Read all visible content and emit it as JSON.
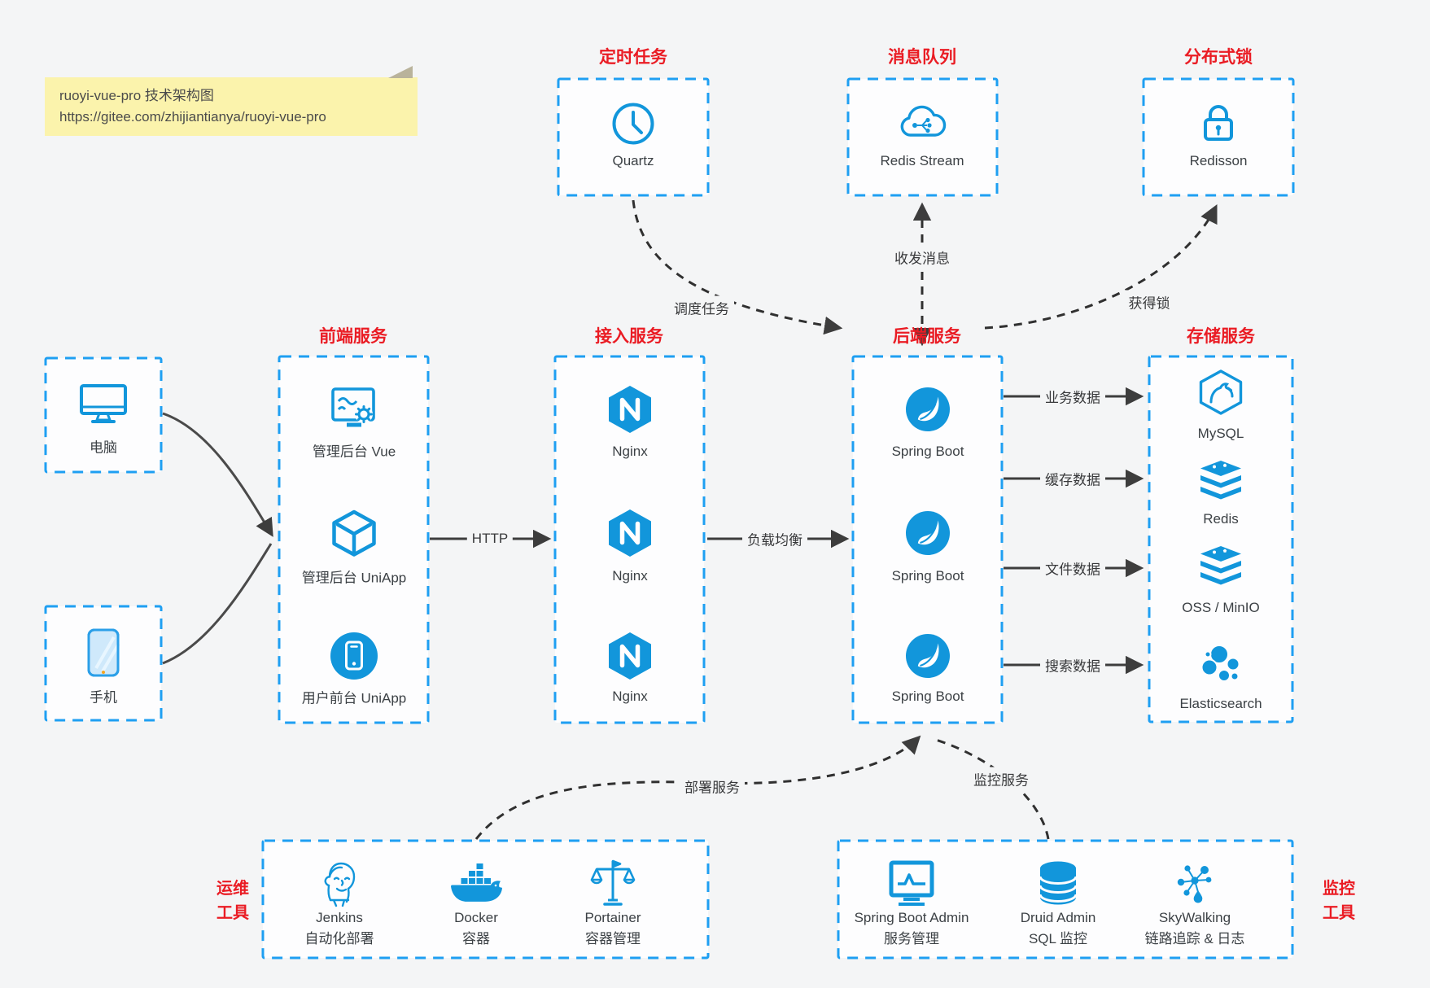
{
  "note": {
    "line1": "ruoyi-vue-pro 技术架构图",
    "line2": "https://gitee.com/zhijiantianya/ruoyi-vue-pro"
  },
  "top_groups": [
    {
      "title": "定时任务",
      "icon": "clock-icon",
      "label": "Quartz"
    },
    {
      "title": "消息队列",
      "icon": "cloud-stream-icon",
      "label": "Redis Stream"
    },
    {
      "title": "分布式锁",
      "icon": "lock-icon",
      "label": "Redisson"
    }
  ],
  "clients": [
    {
      "icon": "desktop-icon",
      "label": "电脑"
    },
    {
      "icon": "mobile-icon",
      "label": "手机"
    }
  ],
  "columns": {
    "frontend": {
      "title": "前端服务",
      "items": [
        {
          "icon": "admin-vue-icon",
          "label": "管理后台 Vue"
        },
        {
          "icon": "uniapp-cube-icon",
          "label": "管理后台 UniApp"
        },
        {
          "icon": "user-app-icon",
          "label": "用户前台 UniApp"
        }
      ]
    },
    "gateway": {
      "title": "接入服务",
      "items": [
        {
          "icon": "nginx-icon",
          "label": "Nginx"
        },
        {
          "icon": "nginx-icon",
          "label": "Nginx"
        },
        {
          "icon": "nginx-icon",
          "label": "Nginx"
        }
      ]
    },
    "backend": {
      "title": "后端服务",
      "items": [
        {
          "icon": "spring-boot-icon",
          "label": "Spring Boot"
        },
        {
          "icon": "spring-boot-icon",
          "label": "Spring Boot"
        },
        {
          "icon": "spring-boot-icon",
          "label": "Spring Boot"
        }
      ]
    },
    "storage": {
      "title": "存储服务",
      "items": [
        {
          "icon": "mysql-icon",
          "label": "MySQL"
        },
        {
          "icon": "redis-stack-icon",
          "label": "Redis"
        },
        {
          "icon": "oss-stack-icon",
          "label": "OSS / MinIO"
        },
        {
          "icon": "elasticsearch-icon",
          "label": "Elasticsearch"
        }
      ]
    }
  },
  "edges": {
    "http": "HTTP",
    "load_balance": "负载均衡",
    "business_data": "业务数据",
    "cache_data": "缓存数据",
    "file_data": "文件数据",
    "search_data": "搜索数据",
    "schedule": "调度任务",
    "messaging": "收发消息",
    "lock": "获得锁",
    "deploy": "部署服务",
    "monitor": "监控服务"
  },
  "ops_group": {
    "label_line1": "运维",
    "label_line2": "工具",
    "items": [
      {
        "icon": "jenkins-icon",
        "name": "Jenkins",
        "desc": "自动化部署"
      },
      {
        "icon": "docker-icon",
        "name": "Docker",
        "desc": "容器"
      },
      {
        "icon": "portainer-icon",
        "name": "Portainer",
        "desc": "容器管理"
      }
    ]
  },
  "monitor_group": {
    "label_line1": "监控",
    "label_line2": "工具",
    "items": [
      {
        "icon": "spring-boot-admin-icon",
        "name": "Spring Boot Admin",
        "desc": "服务管理"
      },
      {
        "icon": "druid-icon",
        "name": "Druid Admin",
        "desc": "SQL 监控"
      },
      {
        "icon": "skywalking-icon",
        "name": "SkyWalking",
        "desc": "链路追踪 & 日志"
      }
    ]
  },
  "colors": {
    "background": "#f4f5f6",
    "box_fill": "#fdfdfe",
    "border_blue": "#1e9ff2",
    "icon_blue": "#1296db",
    "title_red": "#ea1c24",
    "arrow_dark": "#3d3d3d",
    "note_bg": "#fbf3ac",
    "text": "#3c4145"
  }
}
